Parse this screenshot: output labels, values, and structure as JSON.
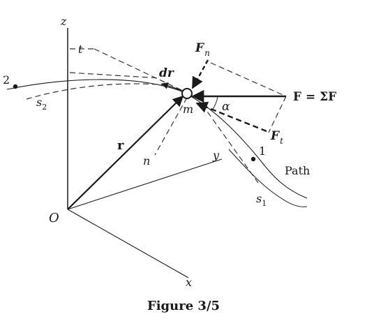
{
  "labels": {
    "z": "z",
    "y": "y",
    "x": "x",
    "origin": "O",
    "t": "t",
    "fn_base": "F",
    "fn_sub": "n",
    "point2": "2",
    "s2_base": "s",
    "s2_sub": "2",
    "dr": "dr",
    "mass": "m",
    "alpha": "α",
    "force_sum": "F = ΣF",
    "ft_base": "F",
    "ft_sub": "t",
    "position": "r",
    "normal": "n",
    "point1": "1",
    "path": "Path",
    "s1_base": "s",
    "s1_sub": "1"
  },
  "caption": "Figure 3/5",
  "colors": {
    "ink": "#1a1a1a",
    "background": "#ffffff"
  }
}
